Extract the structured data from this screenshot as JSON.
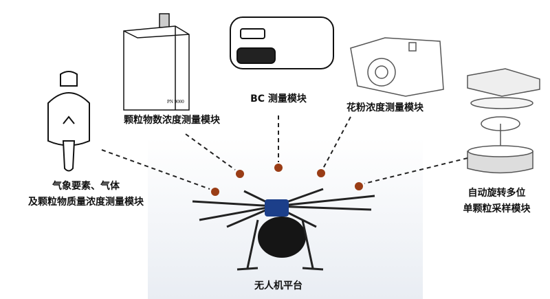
{
  "labels": {
    "weather_line1": "气象要素、气体",
    "weather_line2": "及颗粒物质量浓度测量模块",
    "particle_count": "颗粒物数浓度测量模块",
    "bc": "BC 测量模块",
    "pollen": "花粉浓度测量模块",
    "rotary_line1": "自动旋转多位",
    "rotary_line2": "单颗粒采样模块",
    "platform": "无人机平台"
  },
  "device_markings": {
    "pn": "PN 9000"
  },
  "colors": {
    "dot": "#9a3d16",
    "dash": "#222222",
    "drone_blue": "#1c3f8a"
  }
}
